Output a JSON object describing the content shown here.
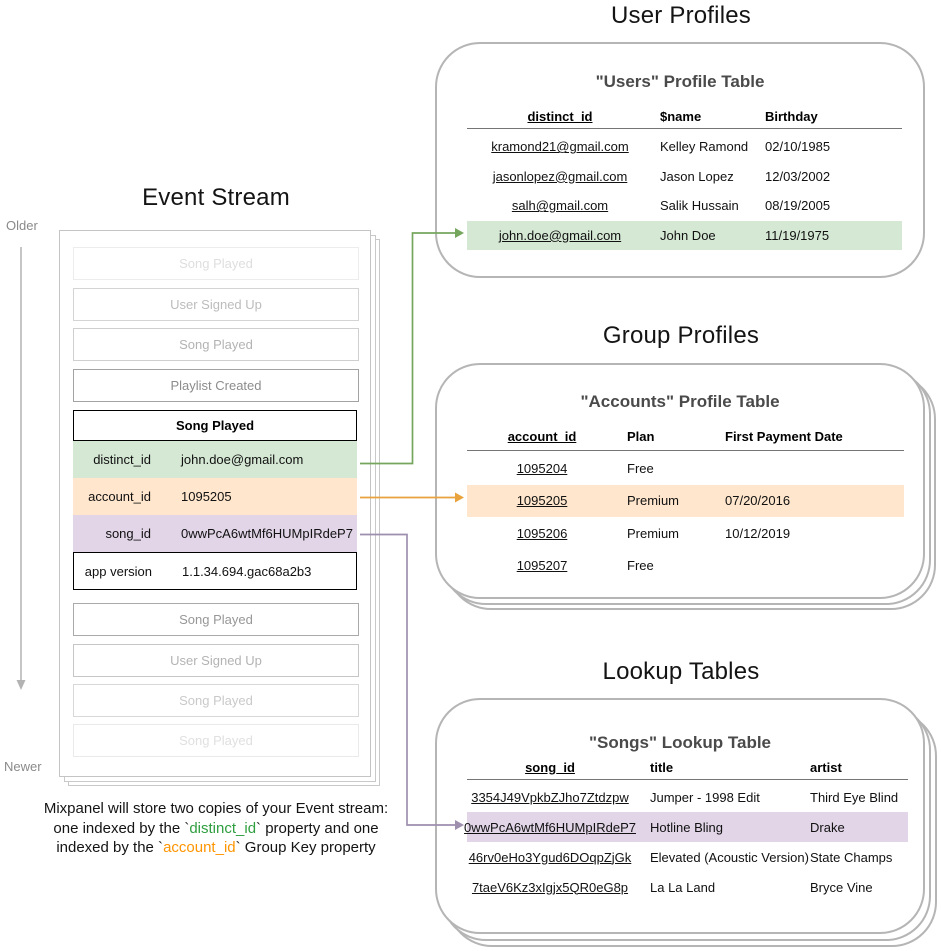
{
  "event_stream": {
    "title": "Event Stream",
    "older_label": "Older",
    "newer_label": "Newer",
    "events_before": [
      {
        "label": "Song Played"
      },
      {
        "label": "User Signed Up"
      },
      {
        "label": "Song Played"
      },
      {
        "label": "Playlist Created"
      }
    ],
    "focus_event": {
      "title": "Song Played",
      "properties": [
        {
          "key": "distinct_id",
          "value": "john.doe@gmail.com",
          "highlight": "green"
        },
        {
          "key": "account_id",
          "value": "1095205",
          "highlight": "orange"
        },
        {
          "key": "song_id",
          "value": "0wwPcA6wtMf6HUMpIRdeP7",
          "highlight": "purple"
        },
        {
          "key": "app version",
          "value": "1.1.34.694.gac68a2b3",
          "highlight": "none"
        }
      ]
    },
    "events_after": [
      {
        "label": "Song Played"
      },
      {
        "label": "User Signed Up"
      },
      {
        "label": "Song Played"
      },
      {
        "label": "Song Played"
      }
    ]
  },
  "user_profiles": {
    "section_title": "User Profiles",
    "card_title": "\"Users\" Profile Table",
    "columns": [
      "distinct_id",
      "$name",
      "Birthday"
    ],
    "rows": [
      [
        "kramond21@gmail.com",
        "Kelley Ramond",
        "02/10/1985"
      ],
      [
        "jasonlopez@gmail.com",
        "Jason Lopez",
        "12/03/2002"
      ],
      [
        "salh@gmail.com",
        "Salik Hussain",
        "08/19/2005"
      ],
      [
        "john.doe@gmail.com",
        "John Doe",
        "11/19/1975"
      ]
    ],
    "highlighted_row_index": 3
  },
  "group_profiles": {
    "section_title": "Group Profiles",
    "card_title": "\"Accounts\" Profile Table",
    "columns": [
      "account_id",
      "Plan",
      "First Payment Date"
    ],
    "rows": [
      [
        "1095204",
        "Free",
        ""
      ],
      [
        "1095205",
        "Premium",
        "07/20/2016"
      ],
      [
        "1095206",
        "Premium",
        "10/12/2019"
      ],
      [
        "1095207",
        "Free",
        ""
      ]
    ],
    "highlighted_row_index": 1
  },
  "lookup_tables": {
    "section_title": "Lookup Tables",
    "card_title": "\"Songs\" Lookup Table",
    "columns": [
      "song_id",
      "title",
      "artist"
    ],
    "rows": [
      [
        "3354J49VpkbZJho7Ztdzpw",
        "Jumper - 1998 Edit",
        "Third Eye Blind"
      ],
      [
        "0wwPcA6wtMf6HUMpIRdeP7",
        "Hotline Bling",
        "Drake"
      ],
      [
        "46rv0eHo3Ygud6DOqpZjGk",
        "Elevated (Acoustic Version)",
        "State Champs"
      ],
      [
        "7taeV6Kz3xIgjx5QR0eG8p",
        "La La Land",
        "Bryce Vine"
      ]
    ],
    "highlighted_row_index": 1
  },
  "caption": {
    "line1": "Mixpanel will store two copies of your Event stream:",
    "line2_pre": "one indexed by the `",
    "line2_code": "distinct_id",
    "line2_post": "` property and one",
    "line3_pre": "indexed by the `",
    "line3_code": "account_id",
    "line3_post": "` Group Key property"
  },
  "colors": {
    "highlight_green": "#d5e8d4",
    "highlight_orange": "#ffe6cc",
    "highlight_purple": "#e1d5e7",
    "arrow_green": "#76a65e",
    "arrow_orange": "#e8a33d",
    "arrow_purple": "#9e8fae",
    "timeline_gray": "#b3b3b3",
    "caption_green": "#2e9e3e",
    "caption_orange": "#ff9500"
  }
}
